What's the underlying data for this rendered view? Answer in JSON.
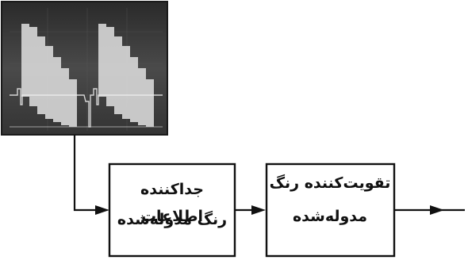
{
  "blocks": {
    "separator": {
      "line1": "جداکننده اطلاعات",
      "line2": "رنگ مدوله‌شده"
    },
    "amplifier": {
      "line1": "تقویت‌کننده رنگ",
      "line2": "مدوله‌شده"
    }
  },
  "colors": {
    "line": "#111111",
    "scope_bg": "#3a3a3a",
    "trace": "#e6e6e6"
  },
  "icons": {
    "arrow": "arrow-right-icon",
    "scope": "oscilloscope-waveform-image"
  }
}
